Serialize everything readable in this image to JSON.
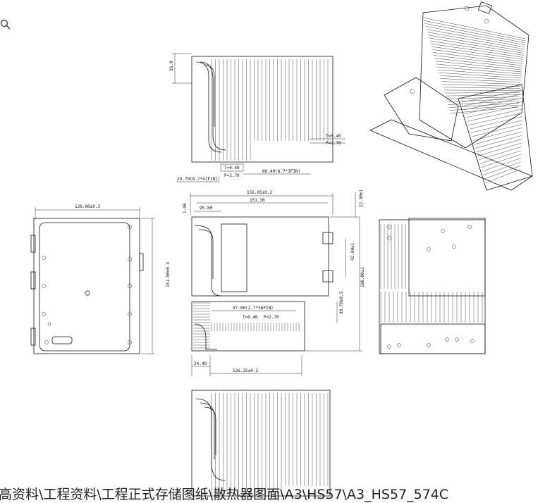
{
  "toolbar": {
    "zoom_icon": "magnifier-icon"
  },
  "caption": "高资料\\工程资料\\工程正式存储图纸\\散热器图面\\A3\\HS57\\A3_HS57_574C",
  "top_view": {
    "height_label": "36.0",
    "t_label": "T=0.40",
    "p_label": "P=2.70",
    "t_small": "T=0.40",
    "p_small": "P=3.70",
    "left_fins": "29.70(8.7*4[FIN])",
    "right_fins": "86.40(8.7*3FIN)"
  },
  "front_view": {
    "overall_width": "156.05±0.2",
    "inner_width": "151.30",
    "left_offset": "1.90",
    "block_width": "95.80",
    "top_height": "22.90±1",
    "hole_spacing": "42.00±1",
    "total_height": "106.80±1",
    "fin_spec": "97.80(2.7*36FIN)",
    "fin_t": "T=0.40",
    "fin_p": "P=2.70",
    "lower_offset": "30.70±0.5",
    "base_left": "24.40",
    "base_width": "126.25±0.2"
  },
  "left_view": {
    "width": "120.00±0.3",
    "height": "151.50±0.3"
  }
}
